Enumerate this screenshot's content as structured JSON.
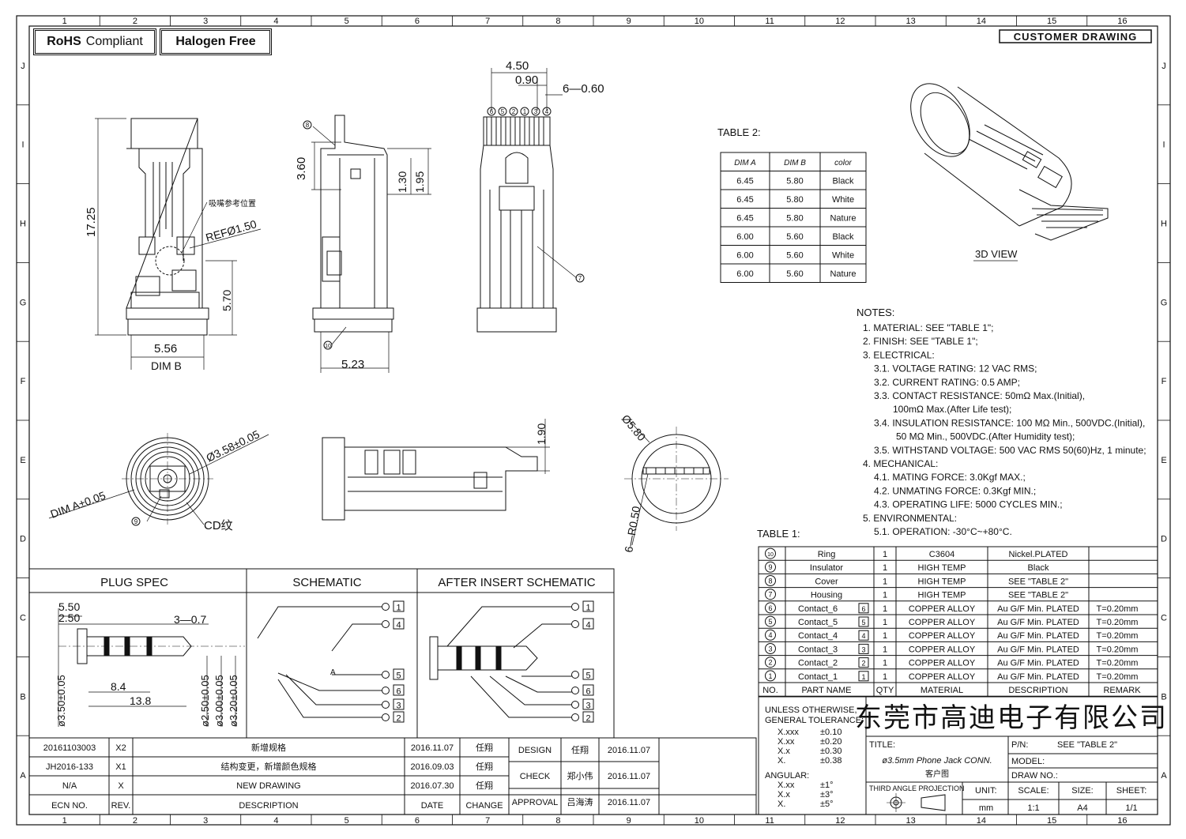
{
  "badges": {
    "rohs": "RoHS",
    "rohs_suffix": "Compliant",
    "halogen": "Halogen Free"
  },
  "customer_drawing": "CUSTOMER DRAWING",
  "grid": {
    "cols": [
      "1",
      "2",
      "3",
      "4",
      "5",
      "6",
      "7",
      "8",
      "9",
      "10",
      "11",
      "12",
      "13",
      "14",
      "15",
      "16"
    ],
    "rows": [
      "J",
      "I",
      "H",
      "G",
      "F",
      "E",
      "D",
      "C",
      "B",
      "A"
    ]
  },
  "dims": {
    "d450": "4.50",
    "d090": "0.90",
    "d6x060": "6—0.60",
    "d1725": "17.25",
    "d360": "3.60",
    "d130": "1.30",
    "d195": "1.95",
    "ref": "REFØ1.50",
    "suction": "吸嘴参考位置",
    "d570": "5.70",
    "d556": "5.56",
    "dimb": "DIM B",
    "d523": "5.23",
    "d190": "1.90",
    "d580": "Ø5.80",
    "r050": "6—R0.50",
    "d358": "Ø3.58±0.05",
    "dima": "DIM A±0.05",
    "cd": "CD纹",
    "view3d": "3D VIEW"
  },
  "callouts": {
    "c8": "8",
    "c7": "7",
    "c10": "10",
    "c9": "9",
    "top": [
      "6",
      "5",
      "2",
      "1",
      "3",
      "4"
    ]
  },
  "table2": {
    "title": "TABLE 2:",
    "headers": [
      "DIM A",
      "DIM B",
      "color"
    ],
    "rows": [
      [
        "6.45",
        "5.80",
        "Black"
      ],
      [
        "6.45",
        "5.80",
        "White"
      ],
      [
        "6.45",
        "5.80",
        "Nature"
      ],
      [
        "6.00",
        "5.60",
        "Black"
      ],
      [
        "6.00",
        "5.60",
        "White"
      ],
      [
        "6.00",
        "5.60",
        "Nature"
      ]
    ]
  },
  "notes": {
    "title": "NOTES:",
    "lines": [
      "1.  MATERIAL: SEE \"TABLE 1\";",
      "2.  FINISH: SEE \"TABLE 1\";",
      "3.  ELECTRICAL:",
      "3.1.  VOLTAGE RATING: 12 VAC RMS;",
      "3.2.  CURRENT RATING: 0.5 AMP;",
      "3.3.  CONTACT RESISTANCE: 50mΩ Max.(Initial),",
      "100mΩ Max.(After Life test);",
      "3.4.  INSULATION RESISTANCE: 100 MΩ Min., 500VDC.(Initial),",
      "50 MΩ Min., 500VDC.(After Humidity test);",
      "3.5.  WITHSTAND VOLTAGE: 500 VAC RMS 50(60)Hz, 1 minute;",
      "4.  MECHANICAL:",
      "4.1.  MATING FORCE: 3.0Kgf MAX.;",
      "4.2.  UNMATING FORCE: 0.3Kgf MIN.;",
      "4.3.  OPERATING LIFE: 5000 CYCLES MIN.;",
      "5.  ENVIRONMENTAL:",
      "5.1.  OPERATION: -30°C~+80°C."
    ]
  },
  "table1": {
    "title": "TABLE 1:",
    "rows": [
      {
        "no": "10",
        "part": "Ring",
        "qty": "1",
        "mat": "C3604",
        "desc": "Nickel.PLATED",
        "rem": "",
        "box": ""
      },
      {
        "no": "9",
        "part": "Insulator",
        "qty": "1",
        "mat": "HIGH TEMP",
        "desc": "Black",
        "rem": "",
        "box": ""
      },
      {
        "no": "8",
        "part": "Cover",
        "qty": "1",
        "mat": "HIGH TEMP",
        "desc": "SEE \"TABLE 2\"",
        "rem": "",
        "box": ""
      },
      {
        "no": "7",
        "part": "Housing",
        "qty": "1",
        "mat": "HIGH TEMP",
        "desc": "SEE \"TABLE 2\"",
        "rem": "",
        "box": ""
      },
      {
        "no": "6",
        "part": "Contact_6",
        "qty": "1",
        "mat": "COPPER ALLOY",
        "desc": "Au G/F Min. PLATED",
        "rem": "T=0.20mm",
        "box": "6"
      },
      {
        "no": "5",
        "part": "Contact_5",
        "qty": "1",
        "mat": "COPPER ALLOY",
        "desc": "Au G/F Min. PLATED",
        "rem": "T=0.20mm",
        "box": "5"
      },
      {
        "no": "4",
        "part": "Contact_4",
        "qty": "1",
        "mat": "COPPER ALLOY",
        "desc": "Au G/F Min. PLATED",
        "rem": "T=0.20mm",
        "box": "4"
      },
      {
        "no": "3",
        "part": "Contact_3",
        "qty": "1",
        "mat": "COPPER ALLOY",
        "desc": "Au G/F Min. PLATED",
        "rem": "T=0.20mm",
        "box": "3"
      },
      {
        "no": "2",
        "part": "Contact_2",
        "qty": "1",
        "mat": "COPPER ALLOY",
        "desc": "Au G/F Min. PLATED",
        "rem": "T=0.20mm",
        "box": "2"
      },
      {
        "no": "1",
        "part": "Contact_1",
        "qty": "1",
        "mat": "COPPER ALLOY",
        "desc": "Au G/F Min. PLATED",
        "rem": "T=0.20mm",
        "box": "1"
      }
    ],
    "headers": {
      "no": "NO.",
      "part": "PART NAME",
      "qty": "QTY",
      "mat": "MATERIAL",
      "desc": "DESCRIPTION",
      "rem": "REMARK"
    }
  },
  "title_block": {
    "company": "东莞市高迪电子有限公司",
    "tolerance_title1": "UNLESS OTHERWISE,",
    "tolerance_title2": "GENERAL TOLERANCE:",
    "tol": [
      [
        "X.xxx",
        "±0.10"
      ],
      [
        "X.xx",
        "±0.20"
      ],
      [
        "X.x",
        "±0.30"
      ],
      [
        "X.",
        "±0.38"
      ]
    ],
    "angular": "ANGULAR:",
    "ang": [
      [
        "X.xx",
        "±1°"
      ],
      [
        "X.x",
        "±3°"
      ],
      [
        "X.",
        "±5°"
      ]
    ],
    "title_label": "TITLE:",
    "title_value": "ø3.5mm Phone Jack CONN.",
    "title_cn": "客户图",
    "pn_label": "P/N:",
    "pn_value": "SEE \"TABLE 2\"",
    "model_label": "MODEL:",
    "drawno_label": "DRAW NO.:",
    "projection": "THIRD ANGLE PROJECTION",
    "unit_label": "UNIT:",
    "unit_value": "mm",
    "scale_label": "SCALE:",
    "scale_value": "1:1",
    "size_label": "SIZE:",
    "size_value": "A4",
    "sheet_label": "SHEET:",
    "sheet_value": "1/1"
  },
  "revisions": {
    "rows": [
      [
        "20161103003",
        "X2",
        "新增规格",
        "2016.11.07",
        "任翔"
      ],
      [
        "JH2016-133",
        "X1",
        "结构变更，新增颜色规格",
        "2016.09.03",
        "任翔"
      ],
      [
        "N/A",
        "X",
        "NEW DRAWING",
        "2016.07.30",
        "任翔"
      ]
    ],
    "headers": [
      "ECN NO.",
      "REV.",
      "DESCRIPTION",
      "DATE",
      "CHANGE"
    ]
  },
  "approvals": [
    [
      "DESIGN",
      "任翔",
      "2016.11.07"
    ],
    [
      "CHECK",
      "郑小伟",
      "2016.11.07"
    ],
    [
      "APPROVAL",
      "吕海涛",
      "2016.11.07"
    ]
  ],
  "bottom_panels": {
    "plug_spec": "PLUG SPEC",
    "schematic": "SCHEMATIC",
    "after": "AFTER INSERT SCHEMATIC",
    "plug_dims": {
      "d550": "5.50",
      "d250": "2.50",
      "d307": "3—0.7",
      "d84": "8.4",
      "d138": "13.8",
      "d350": "ø3.50±0.05",
      "d250b": "ø2.50±0.05",
      "d300": "ø3.00±0.05",
      "d320": "ø3.20±0.05"
    },
    "pins": [
      "1",
      "4",
      "5",
      "6",
      "3",
      "2"
    ],
    "mark_a": "A"
  }
}
